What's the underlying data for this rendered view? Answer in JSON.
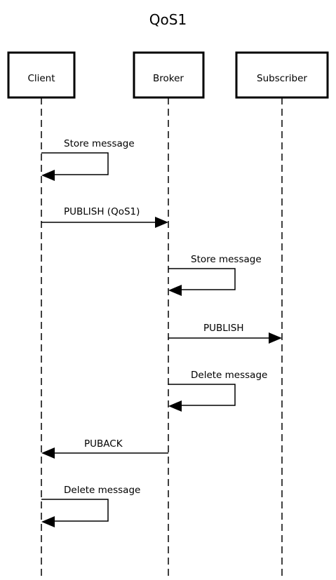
{
  "title": "QoS1",
  "actors": [
    {
      "id": "client",
      "label": "Client"
    },
    {
      "id": "broker",
      "label": "Broker"
    },
    {
      "id": "subscriber",
      "label": "Subscriber"
    }
  ],
  "messages": [
    {
      "from": "client",
      "to": "client",
      "label": "Store message"
    },
    {
      "from": "client",
      "to": "broker",
      "label": "PUBLISH (QoS1)"
    },
    {
      "from": "broker",
      "to": "broker",
      "label": "Store message"
    },
    {
      "from": "broker",
      "to": "subscriber",
      "label": "PUBLISH"
    },
    {
      "from": "broker",
      "to": "broker",
      "label": "Delete message"
    },
    {
      "from": "broker",
      "to": "client",
      "label": "PUBACK"
    },
    {
      "from": "client",
      "to": "client",
      "label": "Delete message"
    }
  ]
}
